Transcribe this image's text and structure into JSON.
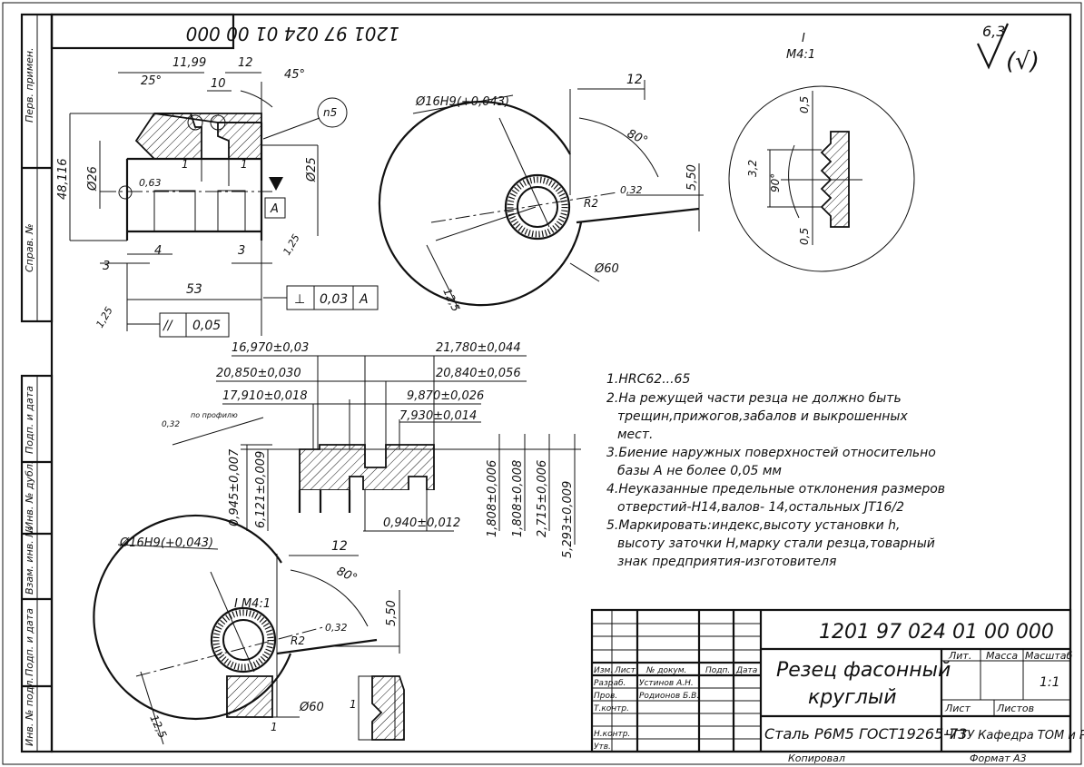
{
  "frame": {
    "side_stamps": [
      "Перв. примен.",
      "Справ. №",
      "Подп. и дата",
      "Инв. № дубл.",
      "Взам. инв. №",
      "Подп. и дата",
      "Инв. № подл."
    ],
    "doc_number_top": "1201 97 024 01 00 000",
    "roughness": "6,3",
    "roughness_paren": "(√)",
    "bottom_copied": "Копировал",
    "bottom_format": "Формат   А3"
  },
  "view_side": {
    "dims": [
      "11,99",
      "25°",
      "12",
      "45°",
      "10",
      "0,63",
      "1",
      "1",
      "48,116",
      "Ø26",
      "Ø25",
      "3",
      "4",
      "3",
      "1,25",
      "53",
      "1,25"
    ],
    "balloon": "n5",
    "datum": "A",
    "tol_perp": {
      "symbol": "⊥",
      "value": "0,03",
      "datum": "A"
    },
    "tol_par": {
      "symbol": "//",
      "value": "0,05"
    }
  },
  "view_front": {
    "dims": [
      "Ø16H9(+0,043)",
      "12",
      "80°",
      "0,32",
      "5,50",
      "R2",
      "Ø60",
      "12,5"
    ]
  },
  "detail": {
    "label": "I",
    "scale": "М4:1",
    "dims": [
      "0,5",
      "3,2",
      "90°",
      "0,5"
    ]
  },
  "profile": {
    "dims_top": [
      "16,970±0,03",
      "21,780±0,044",
      "20,850±0,030",
      "20,840±0,056",
      "17,910±0,018",
      "9,870±0,026",
      "7,930±0,014"
    ],
    "surface_note": "по профилю",
    "surface_val": "0,32",
    "dims_side": [
      "0,945±0,007",
      "6,121±0,009",
      "0,940±0,012",
      "1,808±0,006",
      "1,808±0,008",
      "2,715±0,006",
      "5,293±0,009"
    ]
  },
  "notes": [
    "1.HRC62...65",
    "2.На режущей части резца не должно быть",
    "трещин,прижогов,забалов и выкрошенных",
    "мест.",
    "3.Биение наружных поверхностей относительно",
    "базы А не более 0,05 мм",
    "4.Неуказанные предельные отклонения размеров",
    "отверстий-Н14,валов- 14,остальных  JT16/2",
    "5.Маркировать:индекс,высоту установки h,",
    "высоту заточки Н,марку стали резца,товарный",
    "знак предприятия-изготовителя"
  ],
  "view_bottom": {
    "dims": [
      "Ø16H9(+0,043)",
      "12",
      "80°",
      "I М4:1",
      "0,32",
      "5,50",
      "R2",
      "Ø60",
      "12,5",
      "1",
      "1"
    ]
  },
  "title_block": {
    "designation": "1201 97 024 01 00 000",
    "name_line1": "Резец фасонный",
    "name_line2": "круглый",
    "material": "Сталь Р6М5 ГОСТ19265-73",
    "org": "ЧГТУ Кафедра ТОМ и РЛ",
    "col_lit": "Лит.",
    "col_mass": "Масса",
    "col_scale": "Масштаб",
    "scale_value": "1:1",
    "sheet": "Лист",
    "sheets": "Листов",
    "hdr": [
      "Изм.",
      "Лист",
      "№ докум.",
      "Подп.",
      "Дата"
    ],
    "rows": [
      {
        "role": "Разраб.",
        "name": "Устинов А.Н."
      },
      {
        "role": "Пров.",
        "name": "Родионов Б.В."
      },
      {
        "role": "Т.контр.",
        "name": ""
      },
      {
        "role": "Н.контр.",
        "name": ""
      },
      {
        "role": "Утв.",
        "name": ""
      }
    ]
  }
}
